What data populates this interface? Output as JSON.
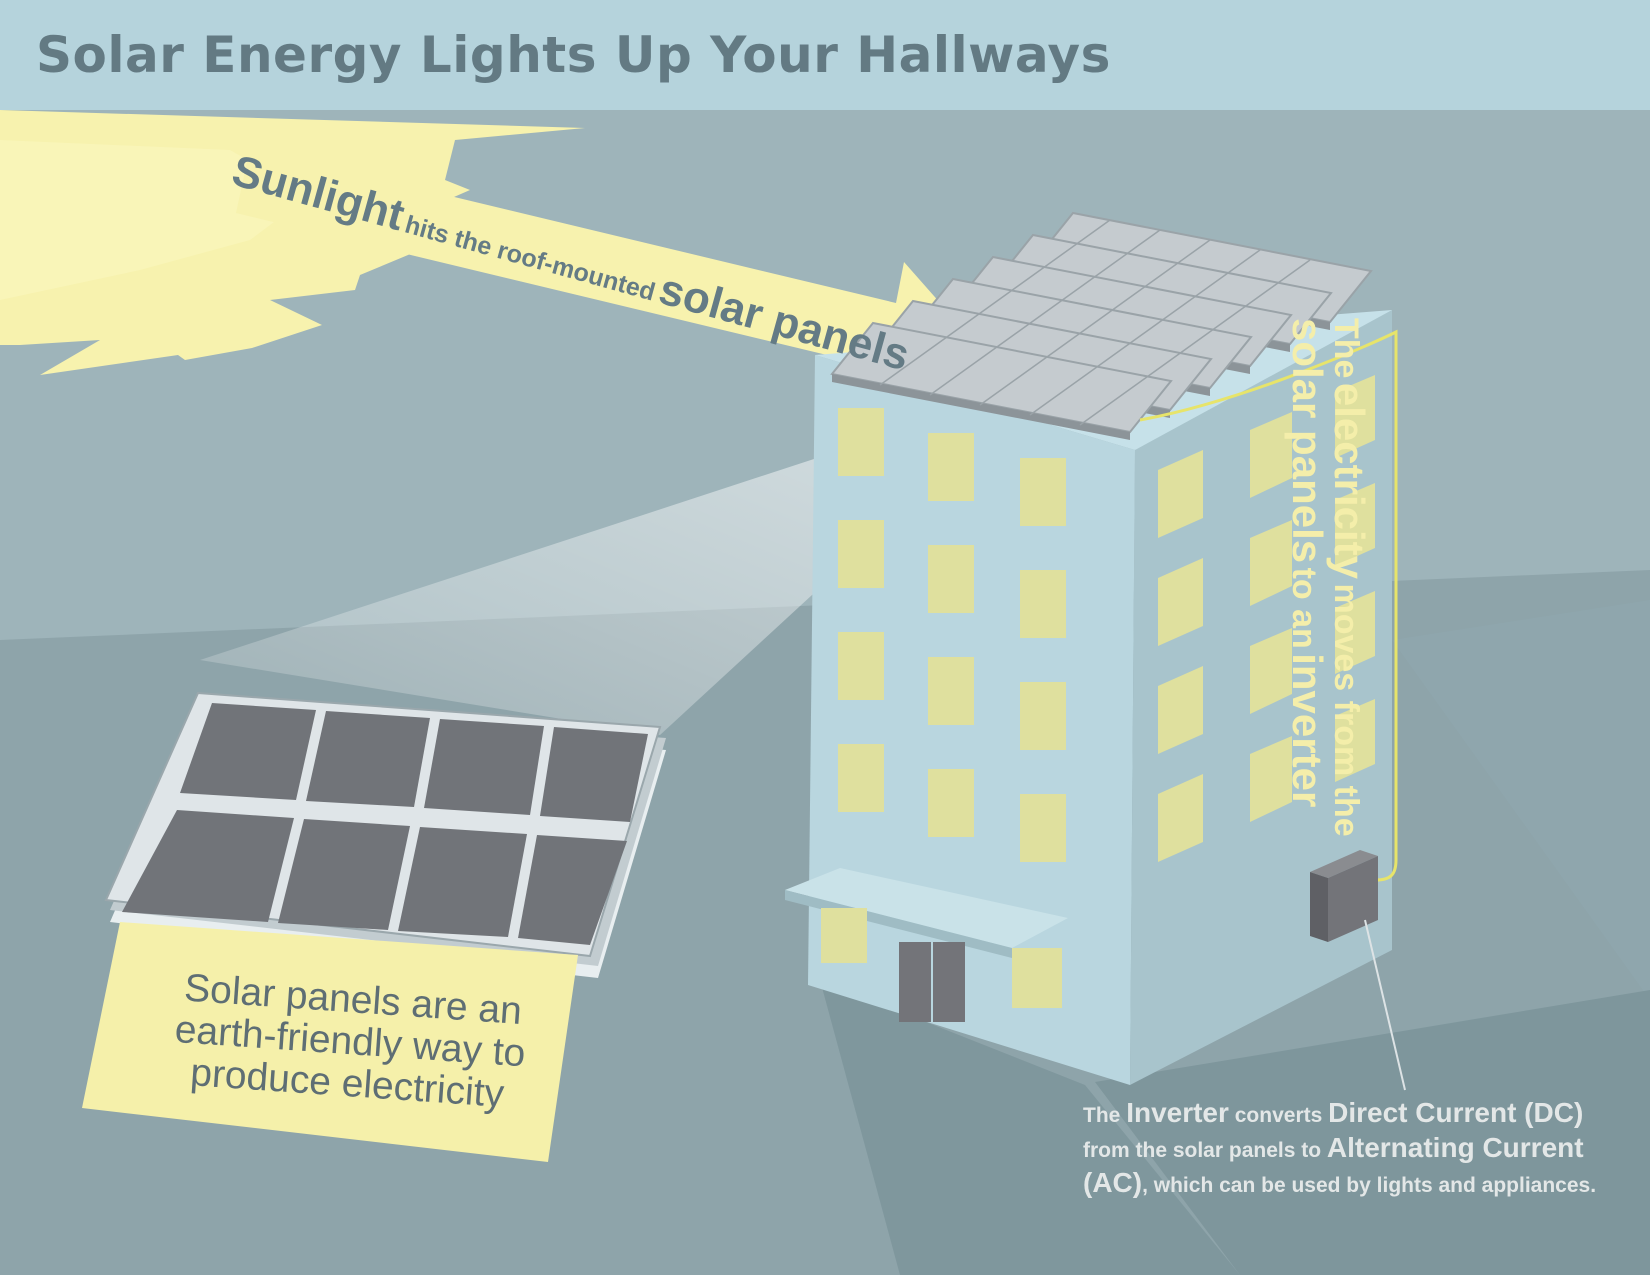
{
  "title": "Solar Energy Lights Up Your Hallways",
  "sunlight_caption": {
    "word1": "Sunlight",
    "mid": "hits the roof-mounted",
    "word2": "solar panels"
  },
  "electricity_caption": {
    "line1_a": "The",
    "line1_b": "electricity",
    "line1_c": "moves from the",
    "line2_a": "solar panels",
    "line2_b": "to an",
    "line2_c": "inverter"
  },
  "panel_note": "Solar panels are an earth-friendly way to produce electricity",
  "inverter_note": {
    "t1": "The",
    "h1": "Inverter",
    "t2": "converts",
    "h2": "Direct Current (DC)",
    "t3": "from the solar panels to",
    "h3": "Alternating Current (AC)",
    "t4": ", which can be used by lights and appliances."
  },
  "colors": {
    "background": "#9eb4ba",
    "banner": "#b5d3dc",
    "title_text": "#637a83",
    "sun": "#f7f2ae",
    "building": "#b9d6df",
    "window": "#dfe09e",
    "panel_cell": "#717479",
    "wire": "#e7e46a",
    "inverter_box": "#737479"
  },
  "icons": [
    "sun-icon",
    "arrow-icon",
    "solar-panel-icon",
    "building-icon",
    "inverter-icon"
  ]
}
